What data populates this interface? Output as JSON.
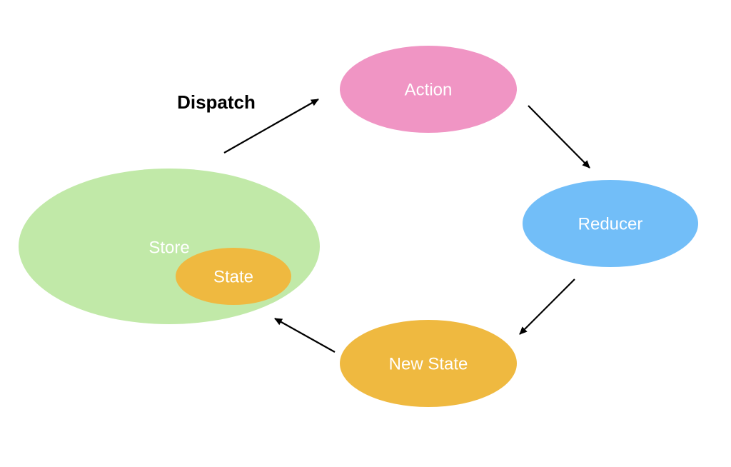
{
  "nodes": {
    "store": {
      "label": "Store",
      "color": "#c1e9a8"
    },
    "state": {
      "label": "State",
      "color": "#efb940"
    },
    "action": {
      "label": "Action",
      "color": "#f095c4"
    },
    "reducer": {
      "label": "Reducer",
      "color": "#72bef8"
    },
    "new_state": {
      "label": "New State",
      "color": "#efb940"
    }
  },
  "edges": {
    "dispatch": {
      "label": "Dispatch"
    }
  },
  "colors": {
    "arrow": "#000000",
    "node_text": "#ffffff",
    "edge_text": "#000000"
  }
}
